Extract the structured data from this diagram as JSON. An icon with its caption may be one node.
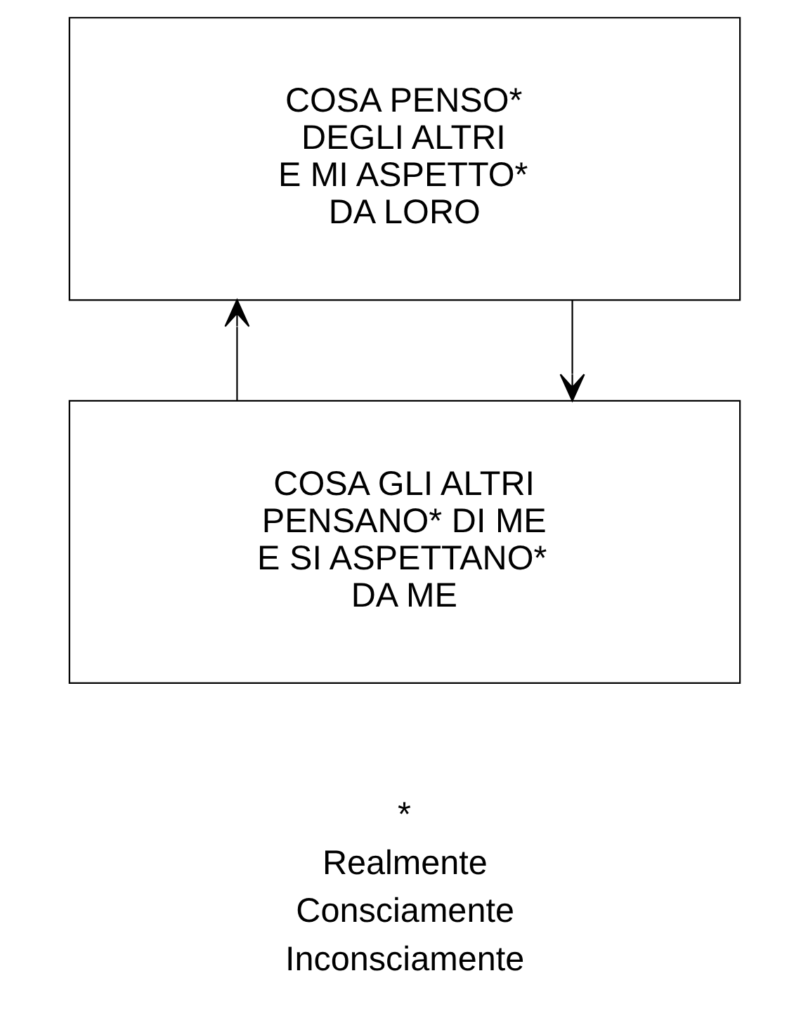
{
  "diagram": {
    "nodes": [
      {
        "text": [
          "COSA PENSO* DEGLI ALTRI E MI ASPETTO* DA LORO"
        ]
      },
      {
        "text": [
          "COSA GLI ALTRI PENSANO* DI ME E SI ASPETTANO* DA ME"
        ]
      }
    ],
    "edges": [
      {
        "from": 1,
        "to": 0,
        "arrow": "to"
      },
      {
        "from": 0,
        "to": 1,
        "arrow": "to"
      }
    ],
    "labels": [
      "*",
      "Realmente",
      "Consciamente",
      "Inconsciamente"
    ]
  }
}
